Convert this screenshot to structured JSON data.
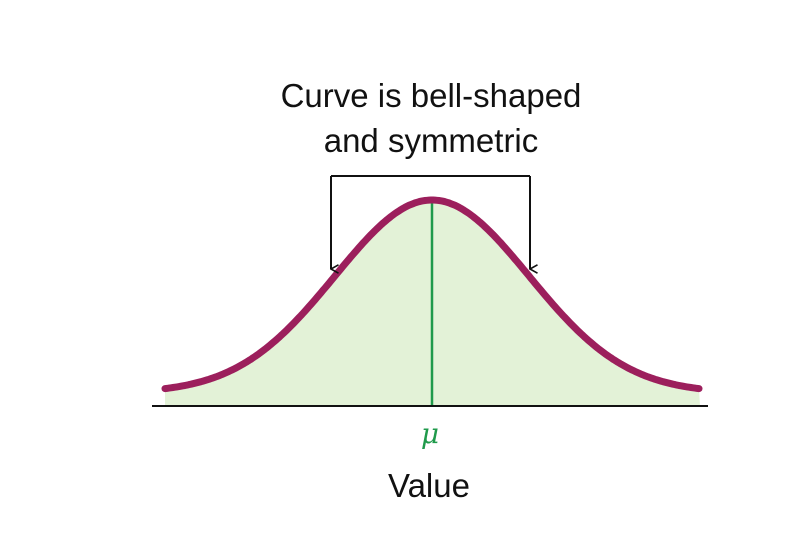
{
  "annotation": {
    "line1": "Curve is bell-shaped",
    "line2": "and symmetric"
  },
  "mean_label": "μ",
  "axis_label": "Value",
  "colors": {
    "curve": "#9c1f5c",
    "fill": "#e3f2d7",
    "mean_line": "#1f9a4b",
    "mean_label": "#1f9a4b",
    "axis": "#111111",
    "bracket": "#111111"
  }
}
